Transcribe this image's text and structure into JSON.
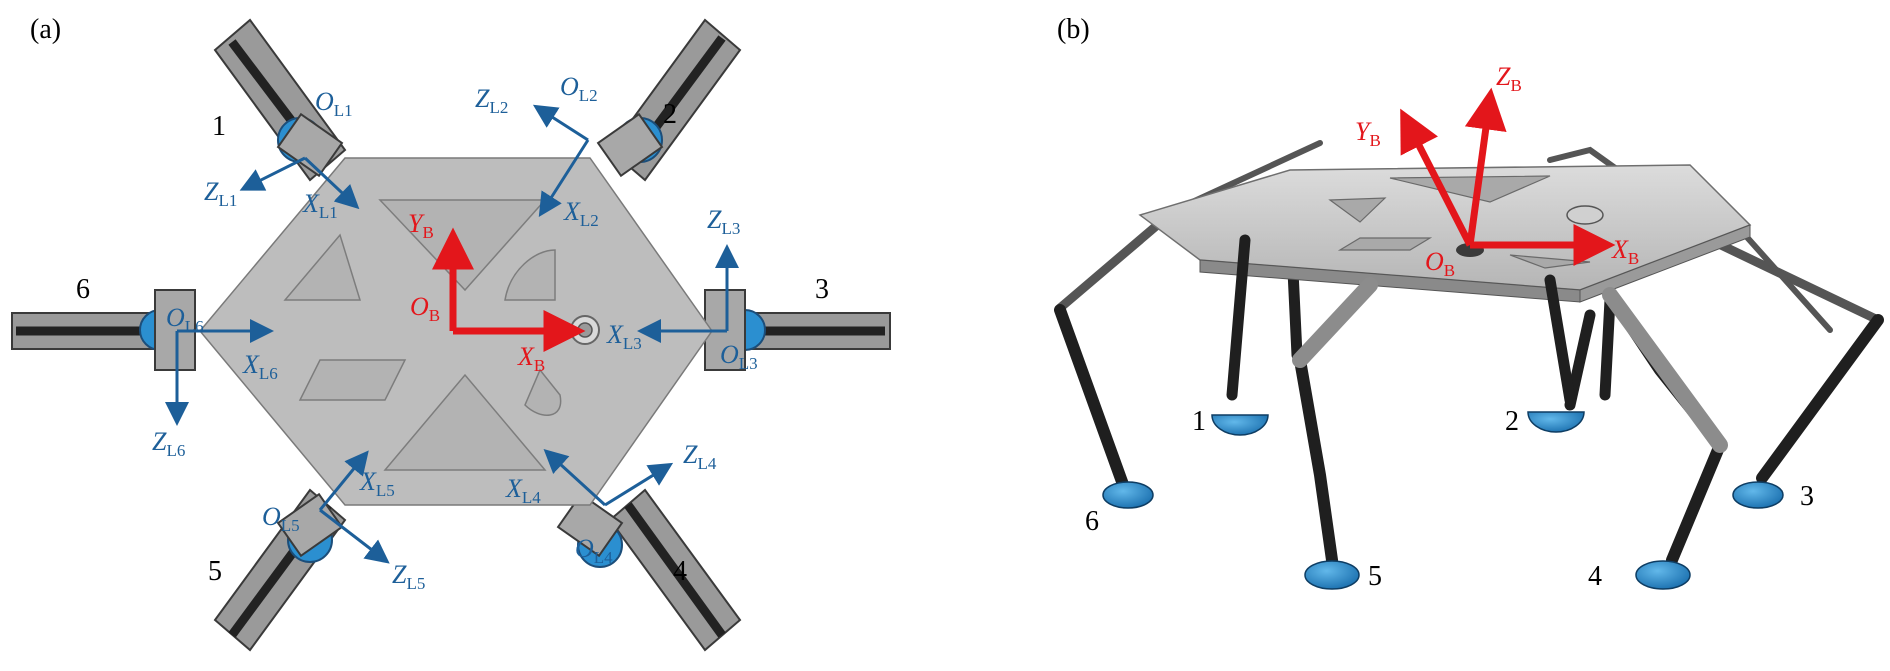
{
  "panel_a": {
    "label": "(a)",
    "body_frame": {
      "origin": "O",
      "origin_sub": "B",
      "x": "X",
      "x_sub": "B",
      "y": "Y",
      "y_sub": "B"
    },
    "legs": [
      {
        "number": "1",
        "origin": "O",
        "origin_sub": "L1",
        "x": "X",
        "x_sub": "L1",
        "z": "Z",
        "z_sub": "L1"
      },
      {
        "number": "2",
        "origin": "O",
        "origin_sub": "L2",
        "x": "X",
        "x_sub": "L2",
        "z": "Z",
        "z_sub": "L2"
      },
      {
        "number": "3",
        "origin": "O",
        "origin_sub": "L3",
        "x": "X",
        "x_sub": "L3",
        "z": "Z",
        "z_sub": "L3"
      },
      {
        "number": "4",
        "origin": "O",
        "origin_sub": "L4",
        "x": "X",
        "x_sub": "L4",
        "z": "Z",
        "z_sub": "L4"
      },
      {
        "number": "5",
        "origin": "O",
        "origin_sub": "L5",
        "x": "X",
        "x_sub": "L5",
        "z": "Z",
        "z_sub": "L5"
      },
      {
        "number": "6",
        "origin": "O",
        "origin_sub": "L6",
        "x": "X",
        "x_sub": "L6",
        "z": "Z",
        "z_sub": "L6"
      }
    ]
  },
  "panel_b": {
    "label": "(b)",
    "body_frame": {
      "origin": "O",
      "origin_sub": "B",
      "x": "X",
      "x_sub": "B",
      "y": "Y",
      "y_sub": "B",
      "z": "Z",
      "z_sub": "B"
    },
    "feet": [
      "1",
      "2",
      "3",
      "4",
      "5",
      "6"
    ]
  },
  "colors": {
    "leg_frame": "#1d5f99",
    "body_frame": "#e3161b",
    "body_plate": "#bfbfbf",
    "foot": "#2b8fd0"
  }
}
